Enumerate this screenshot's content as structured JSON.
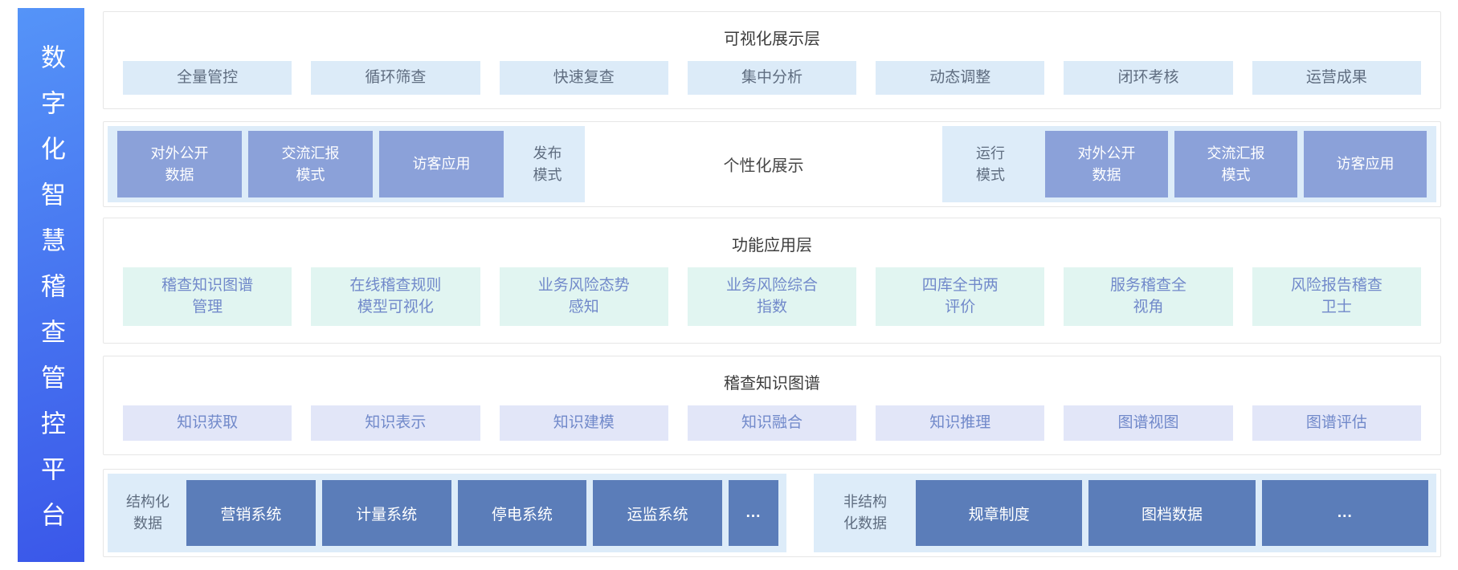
{
  "sidebar": {
    "title": "数字化智慧稽查管控平台"
  },
  "layers": {
    "visualization": {
      "header": "可视化展示层",
      "items": [
        "全量管控",
        "循环筛查",
        "快速复查",
        "集中分析",
        "动态调整",
        "闭环考核",
        "运营成果"
      ]
    },
    "display_modes": {
      "publish": {
        "label": "发布\n模式",
        "items": [
          "对外公开\n数据",
          "交流汇报\n模式",
          "访客应用"
        ]
      },
      "center_label": "个性化展示",
      "run": {
        "label": "运行\n模式",
        "items": [
          "对外公开\n数据",
          "交流汇报\n模式",
          "访客应用"
        ]
      }
    },
    "function_application": {
      "header": "功能应用层",
      "items": [
        "稽查知识图谱\n管理",
        "在线稽查规则\n模型可视化",
        "业务风险态势\n感知",
        "业务风险综合\n指数",
        "四库全书两\n评价",
        "服务稽查全\n视角",
        "风险报告稽查\n卫士"
      ]
    },
    "knowledge_graph": {
      "header": "稽查知识图谱",
      "items": [
        "知识获取",
        "知识表示",
        "知识建模",
        "知识融合",
        "知识推理",
        "图谱视图",
        "图谱评估"
      ]
    },
    "data_sources": {
      "structured": {
        "label": "结构化\n数据",
        "items": [
          "营销系统",
          "计量系统",
          "停电系统",
          "运监系统",
          "..."
        ]
      },
      "unstructured": {
        "label": "非结构\n化数据",
        "items": [
          "规章制度",
          "图档数据",
          "..."
        ]
      }
    }
  },
  "colors": {
    "sidebar-grad-top": "#5594f8",
    "sidebar-grad-bottom": "#3a57e9",
    "container-border": "#e6e6e6",
    "header-text": "#3d3d3d",
    "item-blue-bg": "#dcebf8",
    "item-blue-text": "#5f6d80",
    "item-mint-bg": "#e1f5f1",
    "item-lav-bg": "#e2e6f8",
    "item-link-text": "#7189ca",
    "panel-bg": "#ddecf9",
    "darkbox-bg": "#8ba1d9",
    "deepbox-bg": "#5b7db9",
    "center-text": "#474747"
  }
}
